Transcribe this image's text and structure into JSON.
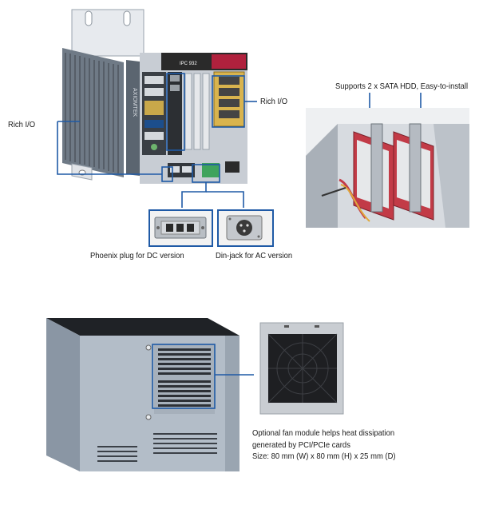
{
  "product": {
    "brand_badge": "AXIOMTEK",
    "model_badge": "IPC 932"
  },
  "labels": {
    "rich_io_left": "Rich I/O",
    "rich_io_right": "Rich I/O",
    "sata_hdd": "Supports 2 x SATA HDD, Easy-to-install",
    "phoenix_plug": "Phoenix plug for DC version",
    "din_jack": "Din-jack for AC version"
  },
  "fan_caption": {
    "line1": "Optional fan module helps heat dissipation",
    "line2": "generated by PCI/PCIe cards",
    "line3": "Size: 80 mm (W) x 80 mm (H) x 25 mm (D)"
  },
  "colors": {
    "callout_line": "#1f5aa6",
    "chassis": "#a9b4c1",
    "front_panel": "#2b2b2b",
    "badge_red": "#b0213d"
  }
}
